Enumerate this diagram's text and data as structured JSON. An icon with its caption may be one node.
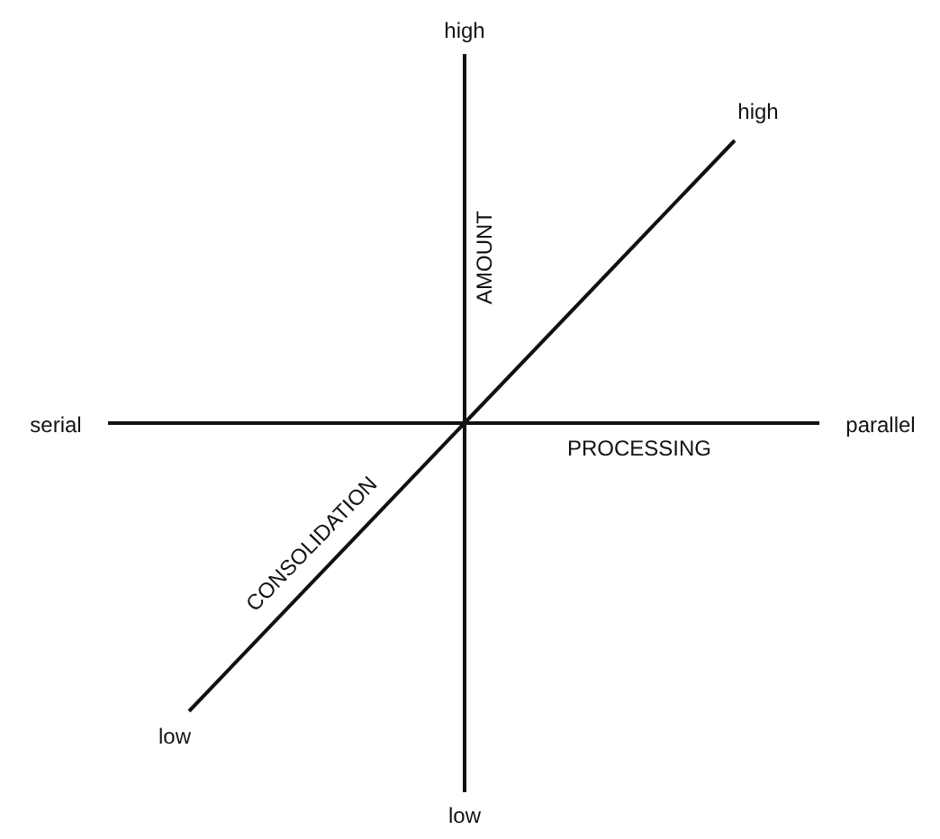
{
  "diagram": {
    "labels": [
      "high",
      "high",
      "AMOUNT",
      "serial",
      "PROCESSING",
      "parallel",
      "CONSOLIDATION",
      "low",
      "low"
    ]
  }
}
